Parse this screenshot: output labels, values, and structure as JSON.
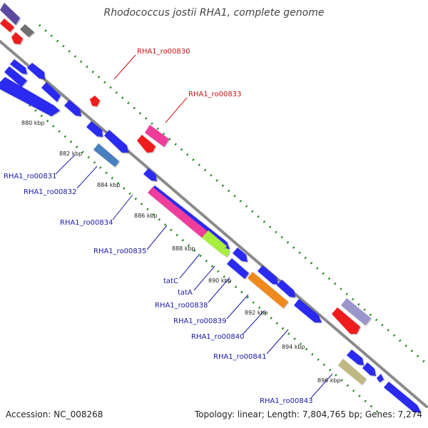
{
  "title": "Rhodococcus jostii RHA1, complete genome",
  "footer": {
    "accession": "Accession: NC_008268",
    "topology": "Topology: linear; Length: 7,804,765 bp; Genes: 7,274"
  },
  "axis": {
    "ticks": [
      "880 kbp",
      "882 kbp",
      "884 kbp",
      "886 kbp",
      "888 kbp",
      "890 kbp",
      "892 kbp",
      "894 kbp",
      "896 kbp"
    ]
  },
  "colors": {
    "forward_gene": "#2b2bf0",
    "reverse_gene": "#ee1a1a",
    "backbone": "#8a8a8a",
    "tick_dots": "#1f8a1f",
    "label_forward": "#1a1aa8",
    "label_reverse": "#cc1111"
  },
  "labels_reverse": [
    "RHA1_ro00830",
    "RHA1_ro00833"
  ],
  "labels_forward": [
    "RHA1_ro00831",
    "RHA1_ro00832",
    "RHA1_ro00834",
    "RHA1_ro00835",
    "tatC",
    "tatA",
    "RHA1_ro00838",
    "RHA1_ro00839",
    "RHA1_ro00840",
    "RHA1_ro00841",
    "RHA1_ro00843"
  ]
}
